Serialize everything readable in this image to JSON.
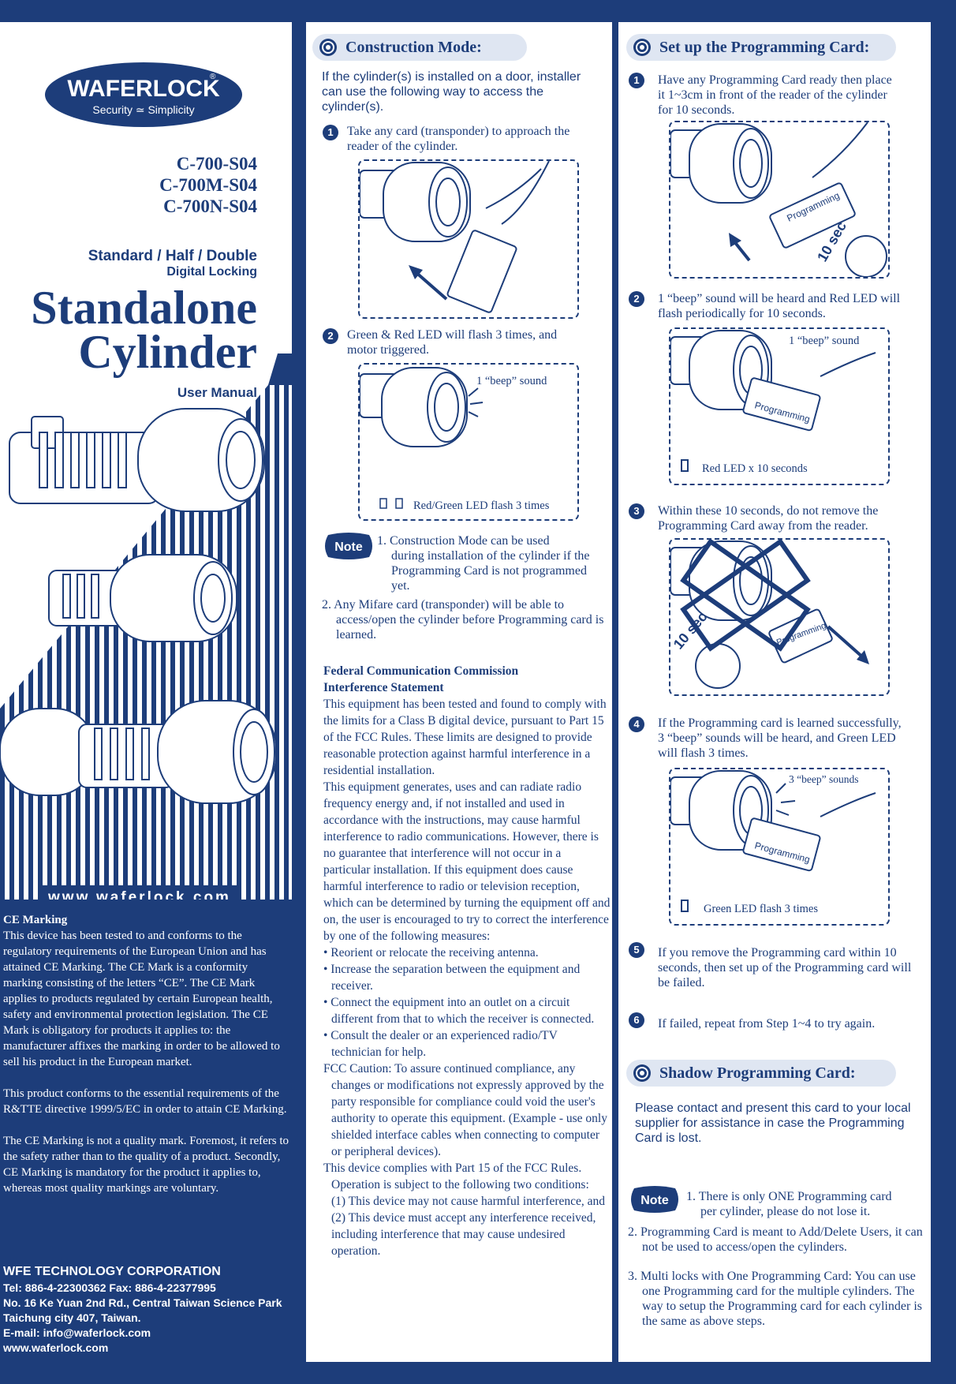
{
  "cover": {
    "logo_text": "WAFERLOCK",
    "logo_tag": "Security ≃ Simplicity",
    "models": [
      "C-700-S04",
      "C-700M-S04",
      "C-700N-S04"
    ],
    "subtitle_line1": "Standard / Half / Double",
    "subtitle_line2": "Digital Locking",
    "title_line1": "Standalone",
    "title_line2": "Cylinder",
    "manual_label": "User Manual",
    "website": "www.waferlock.com"
  },
  "ce": {
    "heading": "CE Marking",
    "p1": "This device has been tested to and conforms to the regulatory requirements of the European Union and has attained CE Marking. The CE Mark is a conformity marking consisting of the letters “CE”. The CE Mark applies to products regulated by certain European health, safety and environmental protection legislation. The CE Mark is obligatory for products it applies to: the manufacturer affixes the marking in order to be allowed to sell his product in the European market.",
    "p2": "This product conforms to the essential requirements of the R&TTE directive 1999/5/EC in order to attain CE Marking.",
    "p3": "The CE Marking is not a quality mark. Foremost, it refers to the safety rather than to the quality of a product. Secondly, CE Marking is mandatory for the product it applies to, whereas most quality markings are voluntary."
  },
  "company": {
    "name": "WFE TECHNOLOGY CORPORATION",
    "phone": "Tel: 886-4-22300362    Fax: 886-4-22377995",
    "address1": "No. 16 Ke Yuan 2nd Rd., Central Taiwan Science Park",
    "address2": "Taichung city 407, Taiwan.",
    "email": "E-mail: info@waferlock.com",
    "web": "www.waferlock.com"
  },
  "construction": {
    "heading": "Construction Mode:",
    "intro": "If the cylinder(s) is installed on a door, installer can use the following way to access the cylinder(s).",
    "step1": "Take any card (transponder) to approach the reader of the cylinder.",
    "step2": "Green & Red LED will flash 3 times, and motor triggered.",
    "beep_label": "1 “beep” sound",
    "led_label": "Red/Green LED flash 3 times",
    "note_badge": "Note",
    "note1_a": "1. Construction Mode can be used",
    "note1_b": "during installation of the cylinder if the Programming Card is not programmed yet.",
    "note2": "2. Any Mifare card (transponder) will be able to access/open the cylinder before Programming card is learned."
  },
  "fcc": {
    "heading1": "Federal Communication Commission",
    "heading2": "Interference Statement",
    "p1": "This equipment has been tested and found to comply with the limits for a Class B digital device, pursuant to Part 15 of the FCC Rules. These limits are designed to provide reasonable protection against harmful interference in a residential installation.",
    "p2": "This equipment generates, uses and can radiate radio frequency energy and, if not installed and used in accordance with the instructions, may cause harmful interference to radio communications. However, there is no guarantee that interference will not occur in a particular installation. If this equipment does cause harmful interference to radio or television reception, which can be determined by turning the equipment off and on, the user is encouraged to try to correct the interference by one of the following measures:",
    "b1": "• Reorient or relocate the receiving antenna.",
    "b2": "• Increase the separation between the equipment and receiver.",
    "b3": "• Connect the equipment into an outlet on a circuit different from that to which the receiver is connected.",
    "b4": "• Consult the dealer or an experienced radio/TV technician for help.",
    "caution": "FCC Caution: To assure continued compliance, any changes or modifications not expressly approved by the party responsible for compliance could void the user's authority to operate this equipment. (Example - use only shielded interface cables when connecting to computer or peripheral devices).",
    "part15": "This device complies with Part 15 of the FCC Rules. Operation is subject to the following two conditions:",
    "conditions": "(1) This device may not cause harmful interference, and (2) This device must accept any interference received, including interference that may cause undesired operation."
  },
  "setup": {
    "heading": "Set up the Programming Card:",
    "step1": "Have any Programming Card ready then place it 1~3cm in front of the reader of the cylinder for 10 seconds.",
    "step2": "1 “beep” sound will be heard and Red LED will flash periodically for 10 seconds.",
    "step3": "Within these 10 seconds, do not remove the Programming Card away from the reader.",
    "step4": "If the Programming card is learned successfully, 3 “beep” sounds will be heard, and Green LED will flash 3 times.",
    "step5": "If you remove the Programming card within 10 seconds, then set up of the Programming card will be failed.",
    "step6": "If failed, repeat from Step 1~4 to try again.",
    "card_label": "Programming",
    "sec_label": "10 sec",
    "beep1": "1 “beep” sound",
    "led_red": "Red  LED x 10 seconds",
    "beep3": "3 “beep” sounds",
    "led_green": "Green  LED flash 3 times"
  },
  "shadow": {
    "heading": "Shadow Programming Card:",
    "text": "Please contact and present this card to your local supplier for assistance in case the Programming Card is lost.",
    "note_badge": "Note",
    "note1_a": "1. There is only ONE Programming card",
    "note1_b": "per cylinder, please do not lose it.",
    "note2": "2. Programming Card is meant to Add/Delete Users, it can not be used to access/open the cylinders.",
    "note3": "3. Multi locks with One Programming Card: You can use one Programming card for the multiple cylinders. The way to setup the Programming card for each cylinder is the same as above steps."
  },
  "colors": {
    "brand": "#1d3d7a",
    "pill": "#dfe6f2"
  }
}
